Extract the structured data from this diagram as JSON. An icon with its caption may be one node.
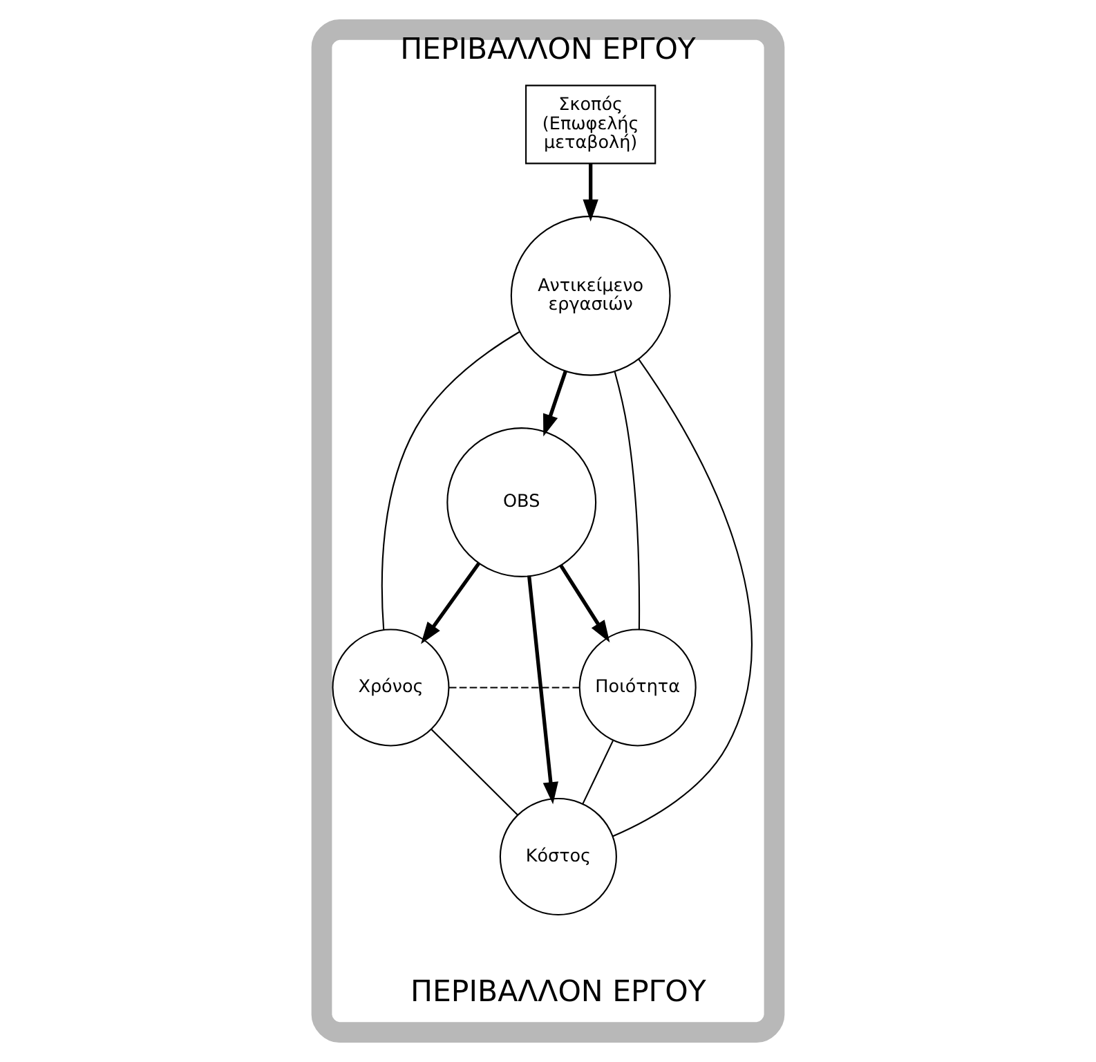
{
  "diagram": {
    "nodes": [
      {
        "text": [
          "ΠΕΡΙΒΑΛΛΟΝ ΕΡΓΟΥ",
          "ΠΕΡΙΒΑΛΛΟΝ ΕΡΓΟΥ"
        ]
      },
      {
        "text": [
          "Σκοπός (Επωφελής μεταβολή)"
        ],
        "in": 0
      },
      {
        "text": [
          "Αντικείμενο εργασιών"
        ],
        "in": 0
      },
      {
        "text": [
          "OBS"
        ],
        "in": 0
      },
      {
        "text": [
          "Χρόνος"
        ],
        "in": 0
      },
      {
        "text": [
          "Ποιότητα"
        ],
        "in": 0
      },
      {
        "text": [
          "Κόστος"
        ],
        "in": 0
      }
    ],
    "edges": [
      {
        "from": 1,
        "to": 2,
        "arrow": "to",
        "style": "thick"
      },
      {
        "from": 2,
        "to": 3,
        "arrow": "to",
        "style": "thick"
      },
      {
        "from": 3,
        "to": 4,
        "arrow": "to",
        "style": "thick"
      },
      {
        "from": 3,
        "to": 5,
        "arrow": "to",
        "style": "thick"
      },
      {
        "from": 3,
        "to": 6,
        "arrow": "to",
        "style": "thick"
      },
      {
        "from": 2,
        "to": 4,
        "arrow": "none"
      },
      {
        "from": 2,
        "to": 5,
        "arrow": "none"
      },
      {
        "from": 2,
        "to": 6,
        "arrow": "none"
      },
      {
        "from": 4,
        "to": 6,
        "arrow": "none"
      },
      {
        "from": 5,
        "to": 6,
        "arrow": "none"
      },
      {
        "from": 4,
        "to": 5,
        "arrow": "none",
        "style": "dashed"
      }
    ]
  }
}
